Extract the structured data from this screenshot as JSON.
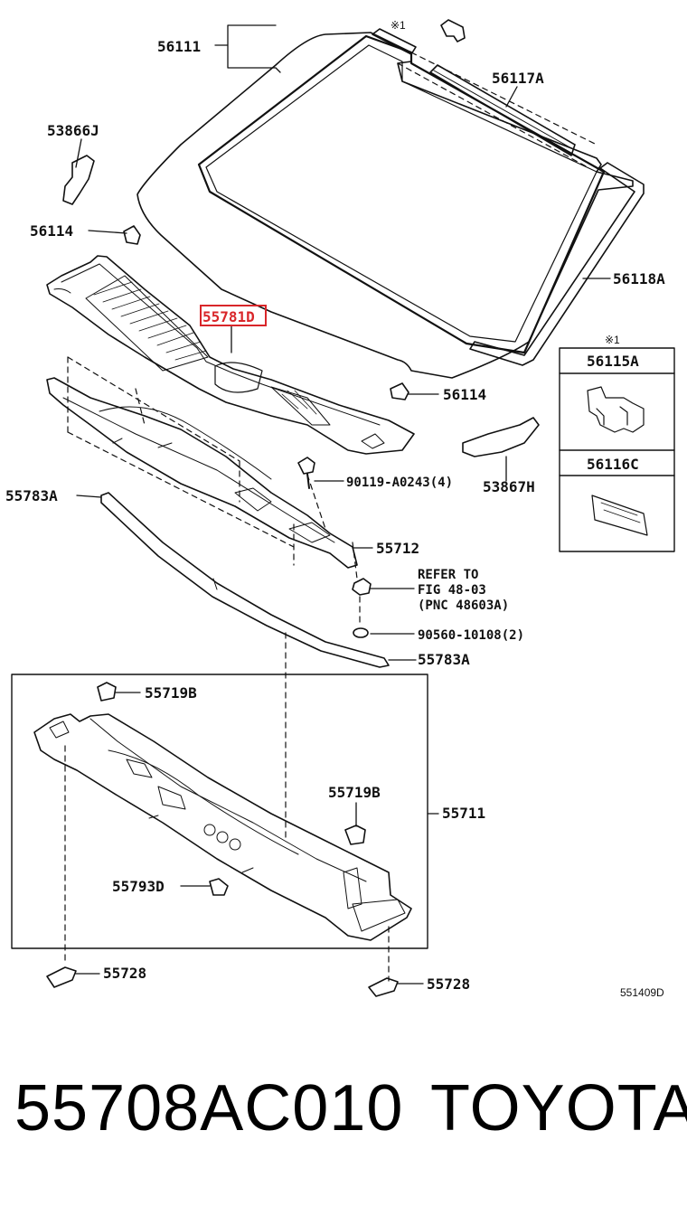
{
  "diagram": {
    "labels": {
      "l56111": "56111",
      "l53866J": "53866J",
      "l56114a": "56114",
      "l56117A": "56117A",
      "l56118A": "56118A",
      "l55781D": "55781D",
      "l56114b": "56114",
      "l90119": "90119-A0243(4)",
      "l53867H": "53867H",
      "l55783Aa": "55783A",
      "l55712": "55712",
      "l_refer1": "REFER TO",
      "l_refer2": "FIG 48-03",
      "l_refer3": "(PNC 48603A)",
      "l90560": "90560-10108(2)",
      "l55783Ab": "55783A",
      "l55719Ba": "55719B",
      "l55719Bb": "55719B",
      "l55711": "55711",
      "l55793D": "55793D",
      "l55728a": "55728",
      "l55728b": "55728",
      "ref_mark_top": "※1",
      "ref_mark_box": "※1",
      "l56115A": "56115A",
      "l56116C": "56116C",
      "figure_code": "551409D"
    },
    "highlight_color": "#d9262a"
  },
  "footer": {
    "part_number": "55708AC010",
    "brand": "TOYOTA"
  }
}
